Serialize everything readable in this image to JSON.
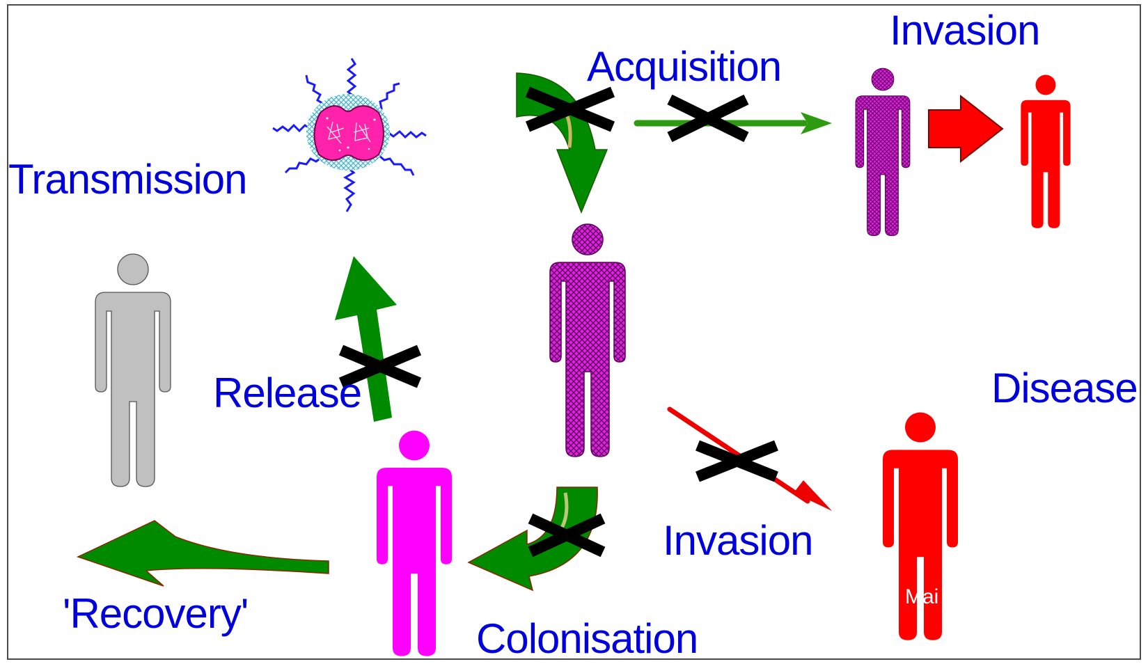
{
  "labels": {
    "transmission": "Transmission",
    "acquisition": "Acquisition",
    "invasion_top": "Invasion",
    "disease": "Disease",
    "release": "Release",
    "invasion_bottom": "Invasion",
    "recovery": "'Recovery'",
    "colonisation": "Colonisation",
    "figure_text": "Mai"
  },
  "colors": {
    "label_text": "#0000dd",
    "arrow_green": "#008a00",
    "arrow_edge": "#8b2500",
    "blocked_cross": "#000000",
    "carrier_hatch": "#cc00cc",
    "colonised_person": "#ff00ff",
    "diseased_person": "#ff0000",
    "recovered_person": "#c0c0c0",
    "bacterium_body": "#ff22aa",
    "flagella": "#1a1aff"
  },
  "icons": [
    "bacterium-icon",
    "person-icon",
    "arrow-icon",
    "cross-icon"
  ]
}
